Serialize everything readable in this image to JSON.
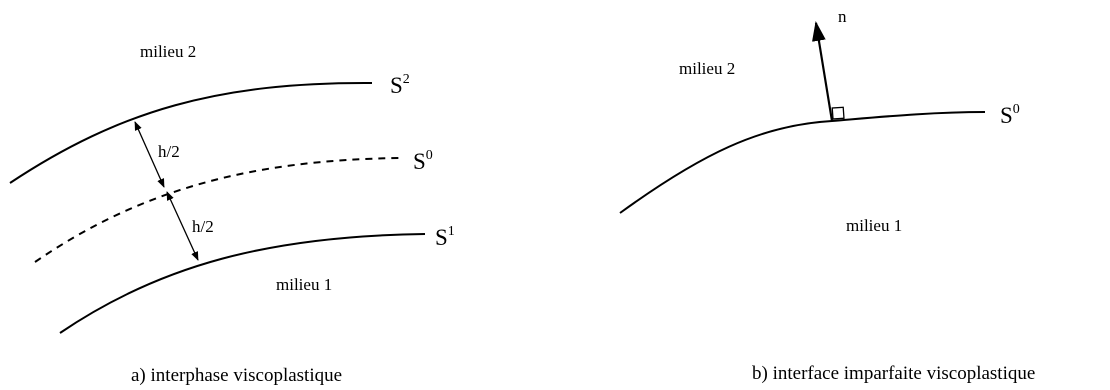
{
  "panel_a": {
    "medium2": "milieu 2",
    "medium1": "milieu 1",
    "s2": {
      "base": "S",
      "sup": "2"
    },
    "s0": {
      "base": "S",
      "sup": "0"
    },
    "s1": {
      "base": "S",
      "sup": "1"
    },
    "half_top": "h/2",
    "half_bottom": "h/2",
    "caption": "a) interphase viscoplastique"
  },
  "panel_b": {
    "normal": "n",
    "medium2": "milieu 2",
    "medium1": "milieu 1",
    "s0": {
      "base": "S",
      "sup": "0"
    },
    "caption": "b) interface imparfaite viscoplastique"
  }
}
